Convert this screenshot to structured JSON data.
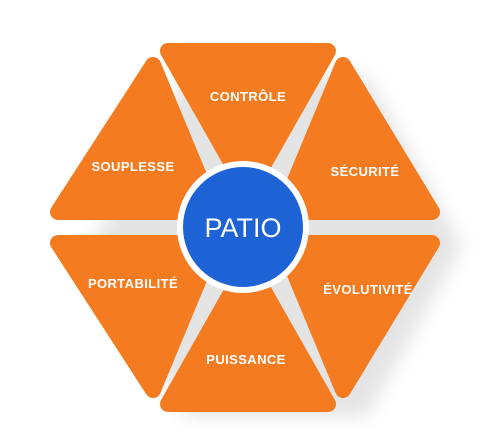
{
  "diagram": {
    "center_label": "PATIO",
    "segments": [
      {
        "id": "top",
        "label": "CONTRÔLE"
      },
      {
        "id": "top-right",
        "label": "SÉCURITÉ"
      },
      {
        "id": "bottom-right",
        "label": "ÉVOLUTIVITÉ"
      },
      {
        "id": "bottom",
        "label": "PUISSANCE"
      },
      {
        "id": "bottom-left",
        "label": "PORTABILITÉ"
      },
      {
        "id": "top-left",
        "label": "SOUPLESSE"
      }
    ],
    "colors": {
      "segment_fill": "#f47b20",
      "center_fill": "#1e63d6",
      "center_ring": "#ffffff",
      "shadow": "#b9b9b9",
      "label_text": "#ffffff"
    }
  }
}
